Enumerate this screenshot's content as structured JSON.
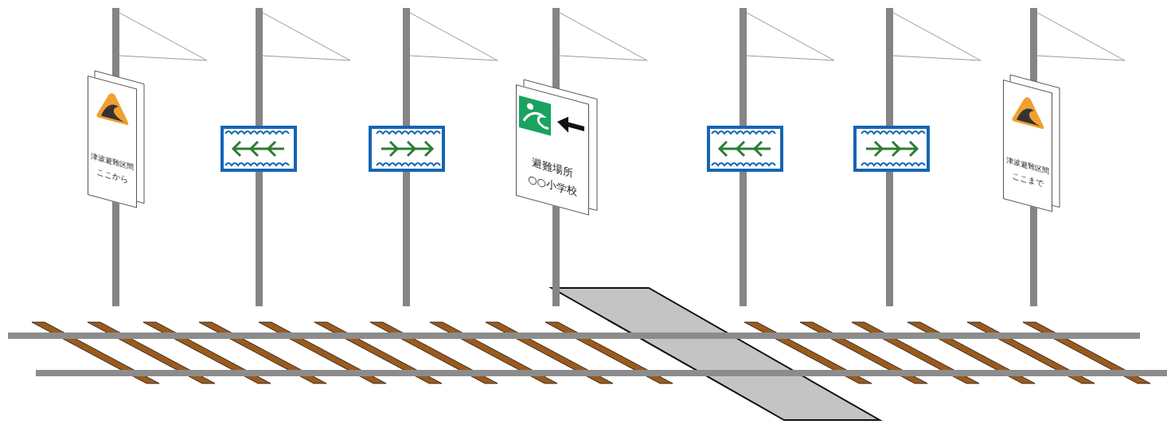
{
  "diagram": {
    "nodes": [
      {
        "text": [
          "津波避難区間",
          "ここから"
        ]
      },
      {
        "text": [
          "避難場所",
          "○○小学校"
        ]
      },
      {
        "text": [
          "津波避難区間",
          "ここまで"
        ]
      }
    ]
  }
}
